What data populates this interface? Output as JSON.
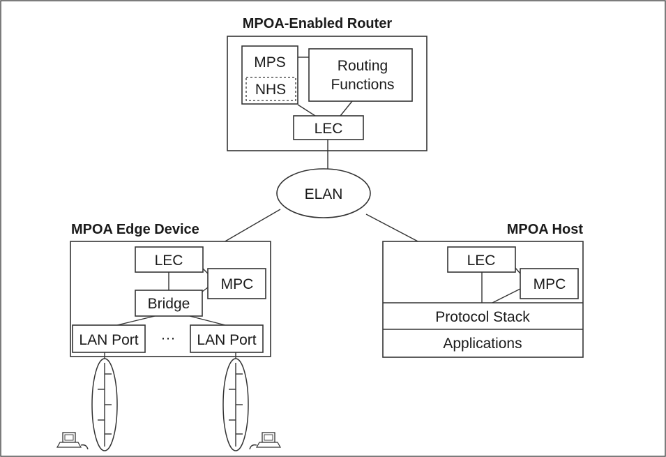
{
  "router": {
    "title": "MPOA-Enabled Router",
    "mps": "MPS",
    "nhs": "NHS",
    "routing_line1": "Routing",
    "routing_line2": "Functions",
    "lec": "LEC"
  },
  "elan": {
    "label": "ELAN"
  },
  "edge_device": {
    "title": "MPOA Edge Device",
    "lec": "LEC",
    "mpc": "MPC",
    "bridge": "Bridge",
    "lan_port_1": "LAN Port",
    "ellipsis": "···",
    "lan_port_2": "LAN Port"
  },
  "host": {
    "title": "MPOA Host",
    "lec": "LEC",
    "mpc": "MPC",
    "protocol_stack": "Protocol Stack",
    "applications": "Applications"
  },
  "icons": [
    "computer-icon",
    "lan-segment-icon"
  ],
  "colors": {
    "stroke": "#333333",
    "text": "#1a1a1a",
    "background": "#ffffff"
  }
}
